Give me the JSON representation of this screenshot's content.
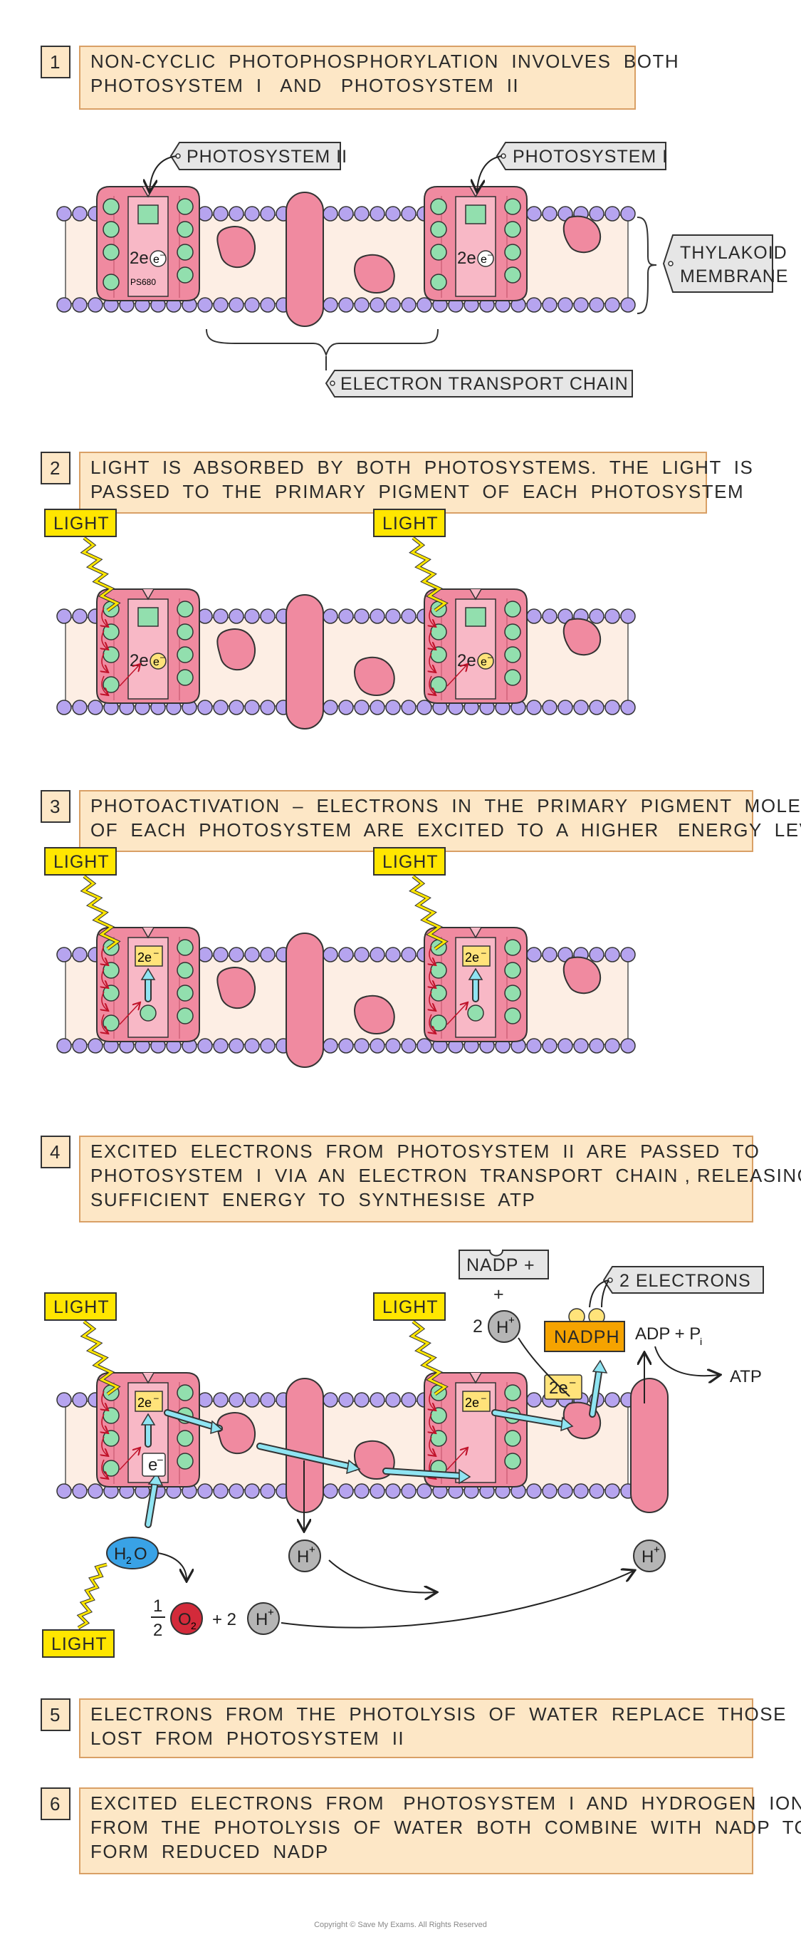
{
  "steps": [
    {
      "number": "1",
      "lines": [
        "NON-CYCLIC  PHOTOPHOSPHORYLATION  INVOLVES  BOTH",
        "PHOTOSYSTEM  I   AND   PHOTOSYSTEM  II"
      ]
    },
    {
      "number": "2",
      "lines": [
        "LIGHT  IS  ABSORBED  BY  BOTH  PHOTOSYSTEMS.  THE  LIGHT  IS",
        "PASSED  TO  THE  PRIMARY  PIGMENT  OF  EACH  PHOTOSYSTEM"
      ]
    },
    {
      "number": "3",
      "lines": [
        "PHOTOACTIVATION  –  ELECTRONS  IN  THE  PRIMARY  PIGMENT  MOLECULE",
        "OF  EACH  PHOTOSYSTEM  ARE  EXCITED  TO  A  HIGHER   ENERGY  LEVEL"
      ]
    },
    {
      "number": "4",
      "lines": [
        "EXCITED  ELECTRONS  FROM  PHOTOSYSTEM  II  ARE  PASSED  TO",
        "PHOTOSYSTEM  I  VIA  AN  ELECTRON  TRANSPORT  CHAIN , RELEASING",
        "SUFFICIENT  ENERGY  TO  SYNTHESISE  ATP"
      ]
    },
    {
      "number": "5",
      "lines": [
        "ELECTRONS  FROM  THE  PHOTOLYSIS  OF  WATER  REPLACE  THOSE",
        "LOST  FROM  PHOTOSYSTEM  II"
      ]
    },
    {
      "number": "6",
      "lines": [
        "EXCITED  ELECTRONS  FROM   PHOTOSYSTEM  I  AND  HYDROGEN  IONS",
        "FROM  THE  PHOTOLYSIS  OF  WATER  BOTH  COMBINE  WITH  NADP  TO",
        "FORM  REDUCED  NADP"
      ]
    }
  ],
  "labels": {
    "photosystem_2": "PHOTOSYSTEM  II",
    "photosystem_1": "PHOTOSYSTEM  I",
    "thylakoid_line1": "THYLAKOID",
    "thylakoid_line2": "MEMBRANE",
    "etc": "ELECTRON  TRANSPORT  CHAIN",
    "light": "LIGHT",
    "two_e": "2e",
    "two_e_sup": "–",
    "ps680": "PS680",
    "e": "e",
    "nadp_plus": "NADP +",
    "plus": "+",
    "two": "2",
    "h": "H",
    "h_sup": "+",
    "two_electrons": "2  ELECTRONS",
    "nadph": "NADPH",
    "adp_pi": "ADP + P",
    "pi_sub": "i",
    "atp": "ATP",
    "h2o_h": "H",
    "h2o_2": "2",
    "h2o_o": "O",
    "half_num": "1",
    "half_den": "2",
    "o2_o": "O",
    "o2_2": "2",
    "plus_two": "+ 2"
  },
  "footer": {
    "copyright": "Copyright © Save My Exams. All Rights Reserved"
  },
  "colors": {
    "caption_bg": "#fde7c6",
    "caption_border": "#d9a066",
    "protein_pink": "#f08aa0",
    "protein_light": "#f8b8c6",
    "pigment_green": "#92dfae",
    "phospholipid_purple": "#b6a4ef",
    "membrane_fill": "#fdeee4",
    "light_yellow": "#ffe600",
    "arrow_blue": "#8fe4f2",
    "nadph_orange": "#f5a300",
    "water_blue": "#39a2e6",
    "oxygen_red": "#d32a3a",
    "ion_grey": "#b5b5b5",
    "electron_yellow": "#ffe37a"
  }
}
